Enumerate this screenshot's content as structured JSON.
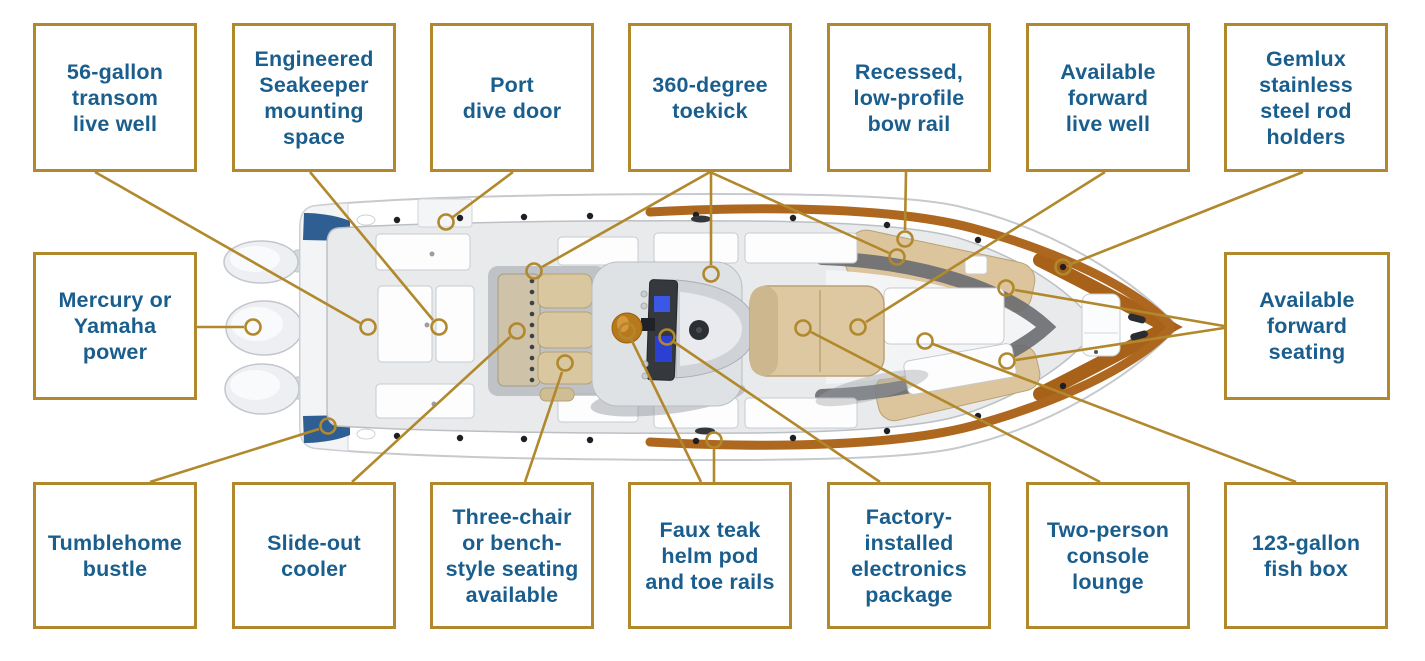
{
  "diagram": {
    "description": "Top-down boat deck plan infographic with gold callout boxes naming features",
    "colors": {
      "callout_border": "#b1882b",
      "callout_text": "#1a5e8e",
      "connector_line": "#b1882b",
      "hull_accent_blue": "#2e5e92",
      "teak_trim": "#ad671f",
      "upholstery_tan": "#d9c49e"
    },
    "callouts": {
      "transom_live_well": {
        "label": "56-gallon\ntransom\nlive well"
      },
      "seakeeper": {
        "label": "Engineered\nSeakeeper\nmounting\nspace"
      },
      "dive_door": {
        "label": "Port\ndive door"
      },
      "toekick": {
        "label": "360-degree\ntoekick"
      },
      "bow_rail": {
        "label": "Recessed,\nlow-profile\nbow rail"
      },
      "forward_live_well": {
        "label": "Available\nforward\nlive well"
      },
      "rod_holders": {
        "label": "Gemlux\nstainless\nsteel rod\nholders"
      },
      "power": {
        "label": "Mercury or\nYamaha\npower"
      },
      "forward_seating": {
        "label": "Available\nforward\nseating"
      },
      "tumblehome": {
        "label": "Tumblehome\nbustle"
      },
      "cooler": {
        "label": "Slide-out\ncooler"
      },
      "three_chair": {
        "label": "Three-chair\nor bench-\nstyle seating\navailable"
      },
      "faux_teak": {
        "label": "Faux teak\nhelm pod\nand toe rails"
      },
      "electronics": {
        "label": "Factory-\ninstalled\nelectronics\npackage"
      },
      "console_lounge": {
        "label": "Two-person\nconsole\nlounge"
      },
      "fish_box": {
        "label": "123-gallon\nfish box"
      }
    }
  }
}
